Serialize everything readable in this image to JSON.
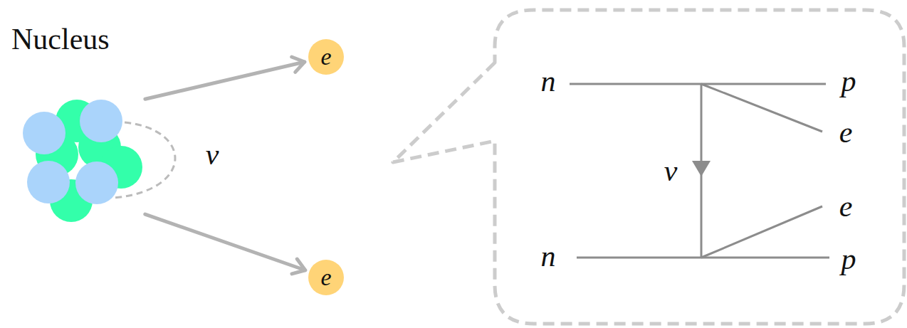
{
  "diagram": {
    "nodes": [
      {
        "text": [
          "Nucleus"
        ]
      },
      {
        "text": [
          "e"
        ]
      },
      {
        "text": [
          "e"
        ]
      }
    ],
    "edges": [
      {
        "from": 0,
        "to": 1,
        "arrow": "to"
      },
      {
        "from": 0,
        "to": 2,
        "arrow": "to"
      }
    ],
    "labels": [
      "ν",
      "n",
      "p",
      "e",
      "ν",
      "e",
      "n",
      "p"
    ]
  }
}
